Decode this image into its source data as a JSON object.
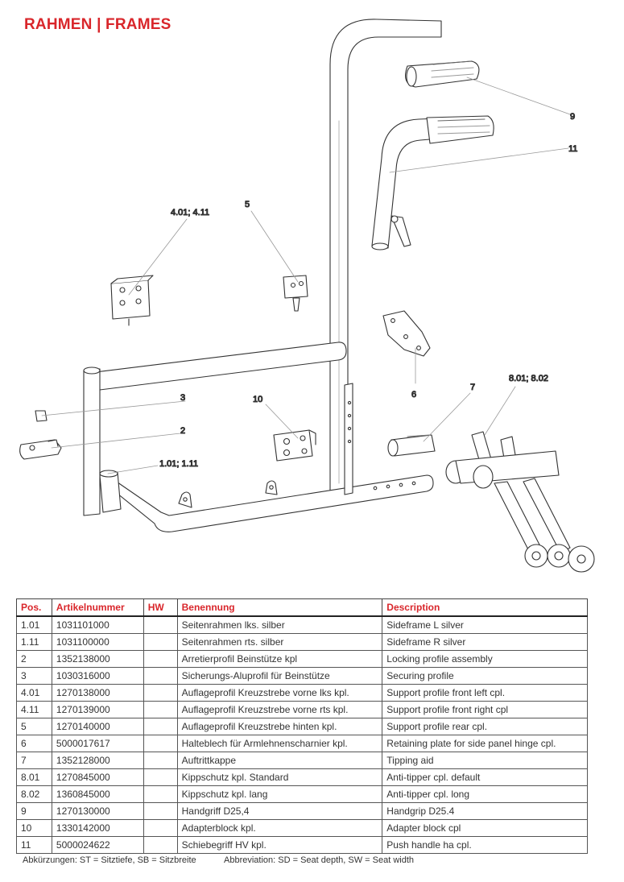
{
  "header": {
    "title": "RAHMEN  |  FRAMES"
  },
  "diagram": {
    "callouts": {
      "c9": "9",
      "c11": "11",
      "c401": "4.01; 4.11",
      "c5": "5",
      "c3": "3",
      "c2": "2",
      "c10": "10",
      "c101": "1.01; 1.11",
      "c6": "6",
      "c7": "7",
      "c801": "8.01; 8.02"
    }
  },
  "table": {
    "headers": {
      "pos": "Pos.",
      "artikel": "Artikelnummer",
      "hw": "HW",
      "benennung": "Benennung",
      "description": "Description"
    },
    "rows": [
      {
        "pos": "1.01",
        "art": "1031101000",
        "hw": "",
        "ben": "Seitenrahmen lks. silber",
        "desc": "Sideframe L silver"
      },
      {
        "pos": "1.11",
        "art": "1031100000",
        "hw": "",
        "ben": "Seitenrahmen rts. silber",
        "desc": "Sideframe R silver"
      },
      {
        "pos": "2",
        "art": "1352138000",
        "hw": "",
        "ben": "Arretierprofil Beinstütze kpl",
        "desc": "Locking profile assembly"
      },
      {
        "pos": "3",
        "art": "1030316000",
        "hw": "",
        "ben": "Sicherungs-Aluprofil für Beinstütze",
        "desc": "Securing profile"
      },
      {
        "pos": "4.01",
        "art": "1270138000",
        "hw": "",
        "ben": "Auflageprofil Kreuzstrebe vorne lks kpl.",
        "desc": "Support profile front left cpl."
      },
      {
        "pos": "4.11",
        "art": "1270139000",
        "hw": "",
        "ben": "Auflageprofil Kreuzstrebe vorne rts kpl.",
        "desc": "Support profile front right cpl"
      },
      {
        "pos": "5",
        "art": "1270140000",
        "hw": "",
        "ben": "Auflageprofil Kreuzstrebe hinten kpl.",
        "desc": "Support profile rear cpl."
      },
      {
        "pos": "6",
        "art": "5000017617",
        "hw": "",
        "ben": "Halteblech für Armlehnenscharnier kpl.",
        "desc": "Retaining plate for side panel hinge cpl."
      },
      {
        "pos": "7",
        "art": "1352128000",
        "hw": "",
        "ben": "Auftrittkappe",
        "desc": "Tipping aid"
      },
      {
        "pos": "8.01",
        "art": "1270845000",
        "hw": "",
        "ben": "Kippschutz kpl. Standard",
        "desc": "Anti-tipper cpl. default"
      },
      {
        "pos": "8.02",
        "art": "1360845000",
        "hw": "",
        "ben": "Kippschutz kpl. lang",
        "desc": "Anti-tipper cpl. long"
      },
      {
        "pos": "9",
        "art": "1270130000",
        "hw": "",
        "ben": "Handgriff D25,4",
        "desc": "Handgrip D25.4"
      },
      {
        "pos": "10",
        "art": "1330142000",
        "hw": "",
        "ben": "Adapterblock kpl.",
        "desc": "Adapter block cpl"
      },
      {
        "pos": "11",
        "art": "5000024622",
        "hw": "",
        "ben": "Schiebegriff HV kpl.",
        "desc": "Push handle ha cpl."
      }
    ]
  },
  "footer": {
    "abbr_de": "Abkürzungen: ST = Sitztiefe, SB = Sitzbreite",
    "abbr_en": "Abbreviation: SD = Seat depth, SW = Seat width"
  }
}
